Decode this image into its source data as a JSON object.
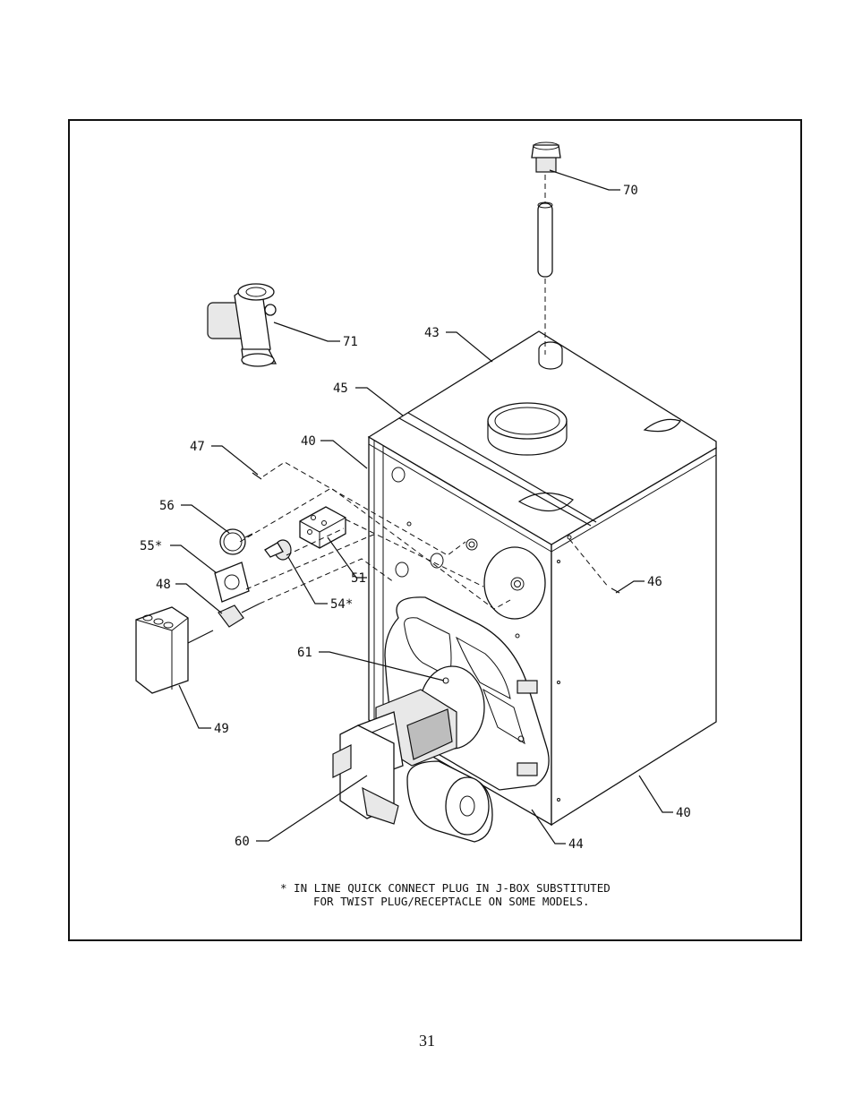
{
  "callouts": {
    "c70": "70",
    "c71": "71",
    "c43": "43",
    "c45": "45",
    "c40a": "40",
    "c47": "47",
    "c56": "56",
    "c55": "55*",
    "c51": "51",
    "c54": "54*",
    "c48": "48",
    "c46": "46",
    "c61": "61",
    "c49": "49",
    "c60": "60",
    "c44": "44",
    "c40b": "40"
  },
  "note": {
    "line1": "* IN LINE QUICK CONNECT PLUG IN J-BOX SUBSTITUTED",
    "line2": "FOR TWIST PLUG/RECEPTACLE ON SOME MODELS."
  },
  "page_number": "31"
}
